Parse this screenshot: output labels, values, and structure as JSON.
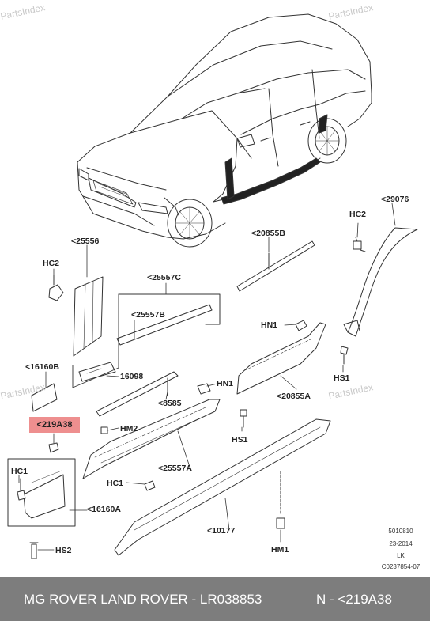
{
  "watermarks": [
    "PartsIndex",
    "PartsIndex",
    "PartsIndex",
    "PartsIndex"
  ],
  "labels": {
    "l29076": "<29076",
    "hc2_top": "HC2",
    "l25556": "<25556",
    "hc2_left": "HC2",
    "l20855B": "<20855B",
    "l25557C": "<25557C",
    "l25557B": "<25557B",
    "hn1_top": "HN1",
    "hs1_right": "HS1",
    "l16160B": "<16160B",
    "l16098": "16098",
    "hn1_mid": "HN1",
    "l20855A": "<20855A",
    "l8585": "<8585",
    "l219A38": "<219A38",
    "hm2": "HM2",
    "hs1_mid": "HS1",
    "hc1_left": "HC1",
    "l25557A": "<25557A",
    "hc1_mid": "HC1",
    "l16160A": "<16160A",
    "l10177": "<10177",
    "hm1": "HM1",
    "hs2": "HS2"
  },
  "meta": {
    "code": "5010810",
    "date": "23-2014",
    "initials": "LK",
    "ref": "C0237854-07"
  },
  "footer": {
    "brand": "MG ROVER LAND ROVER - LR038853",
    "part": "N - <219A38"
  },
  "colors": {
    "highlight": "#ee8f8f",
    "footer_bg": "#7d7d7d"
  }
}
